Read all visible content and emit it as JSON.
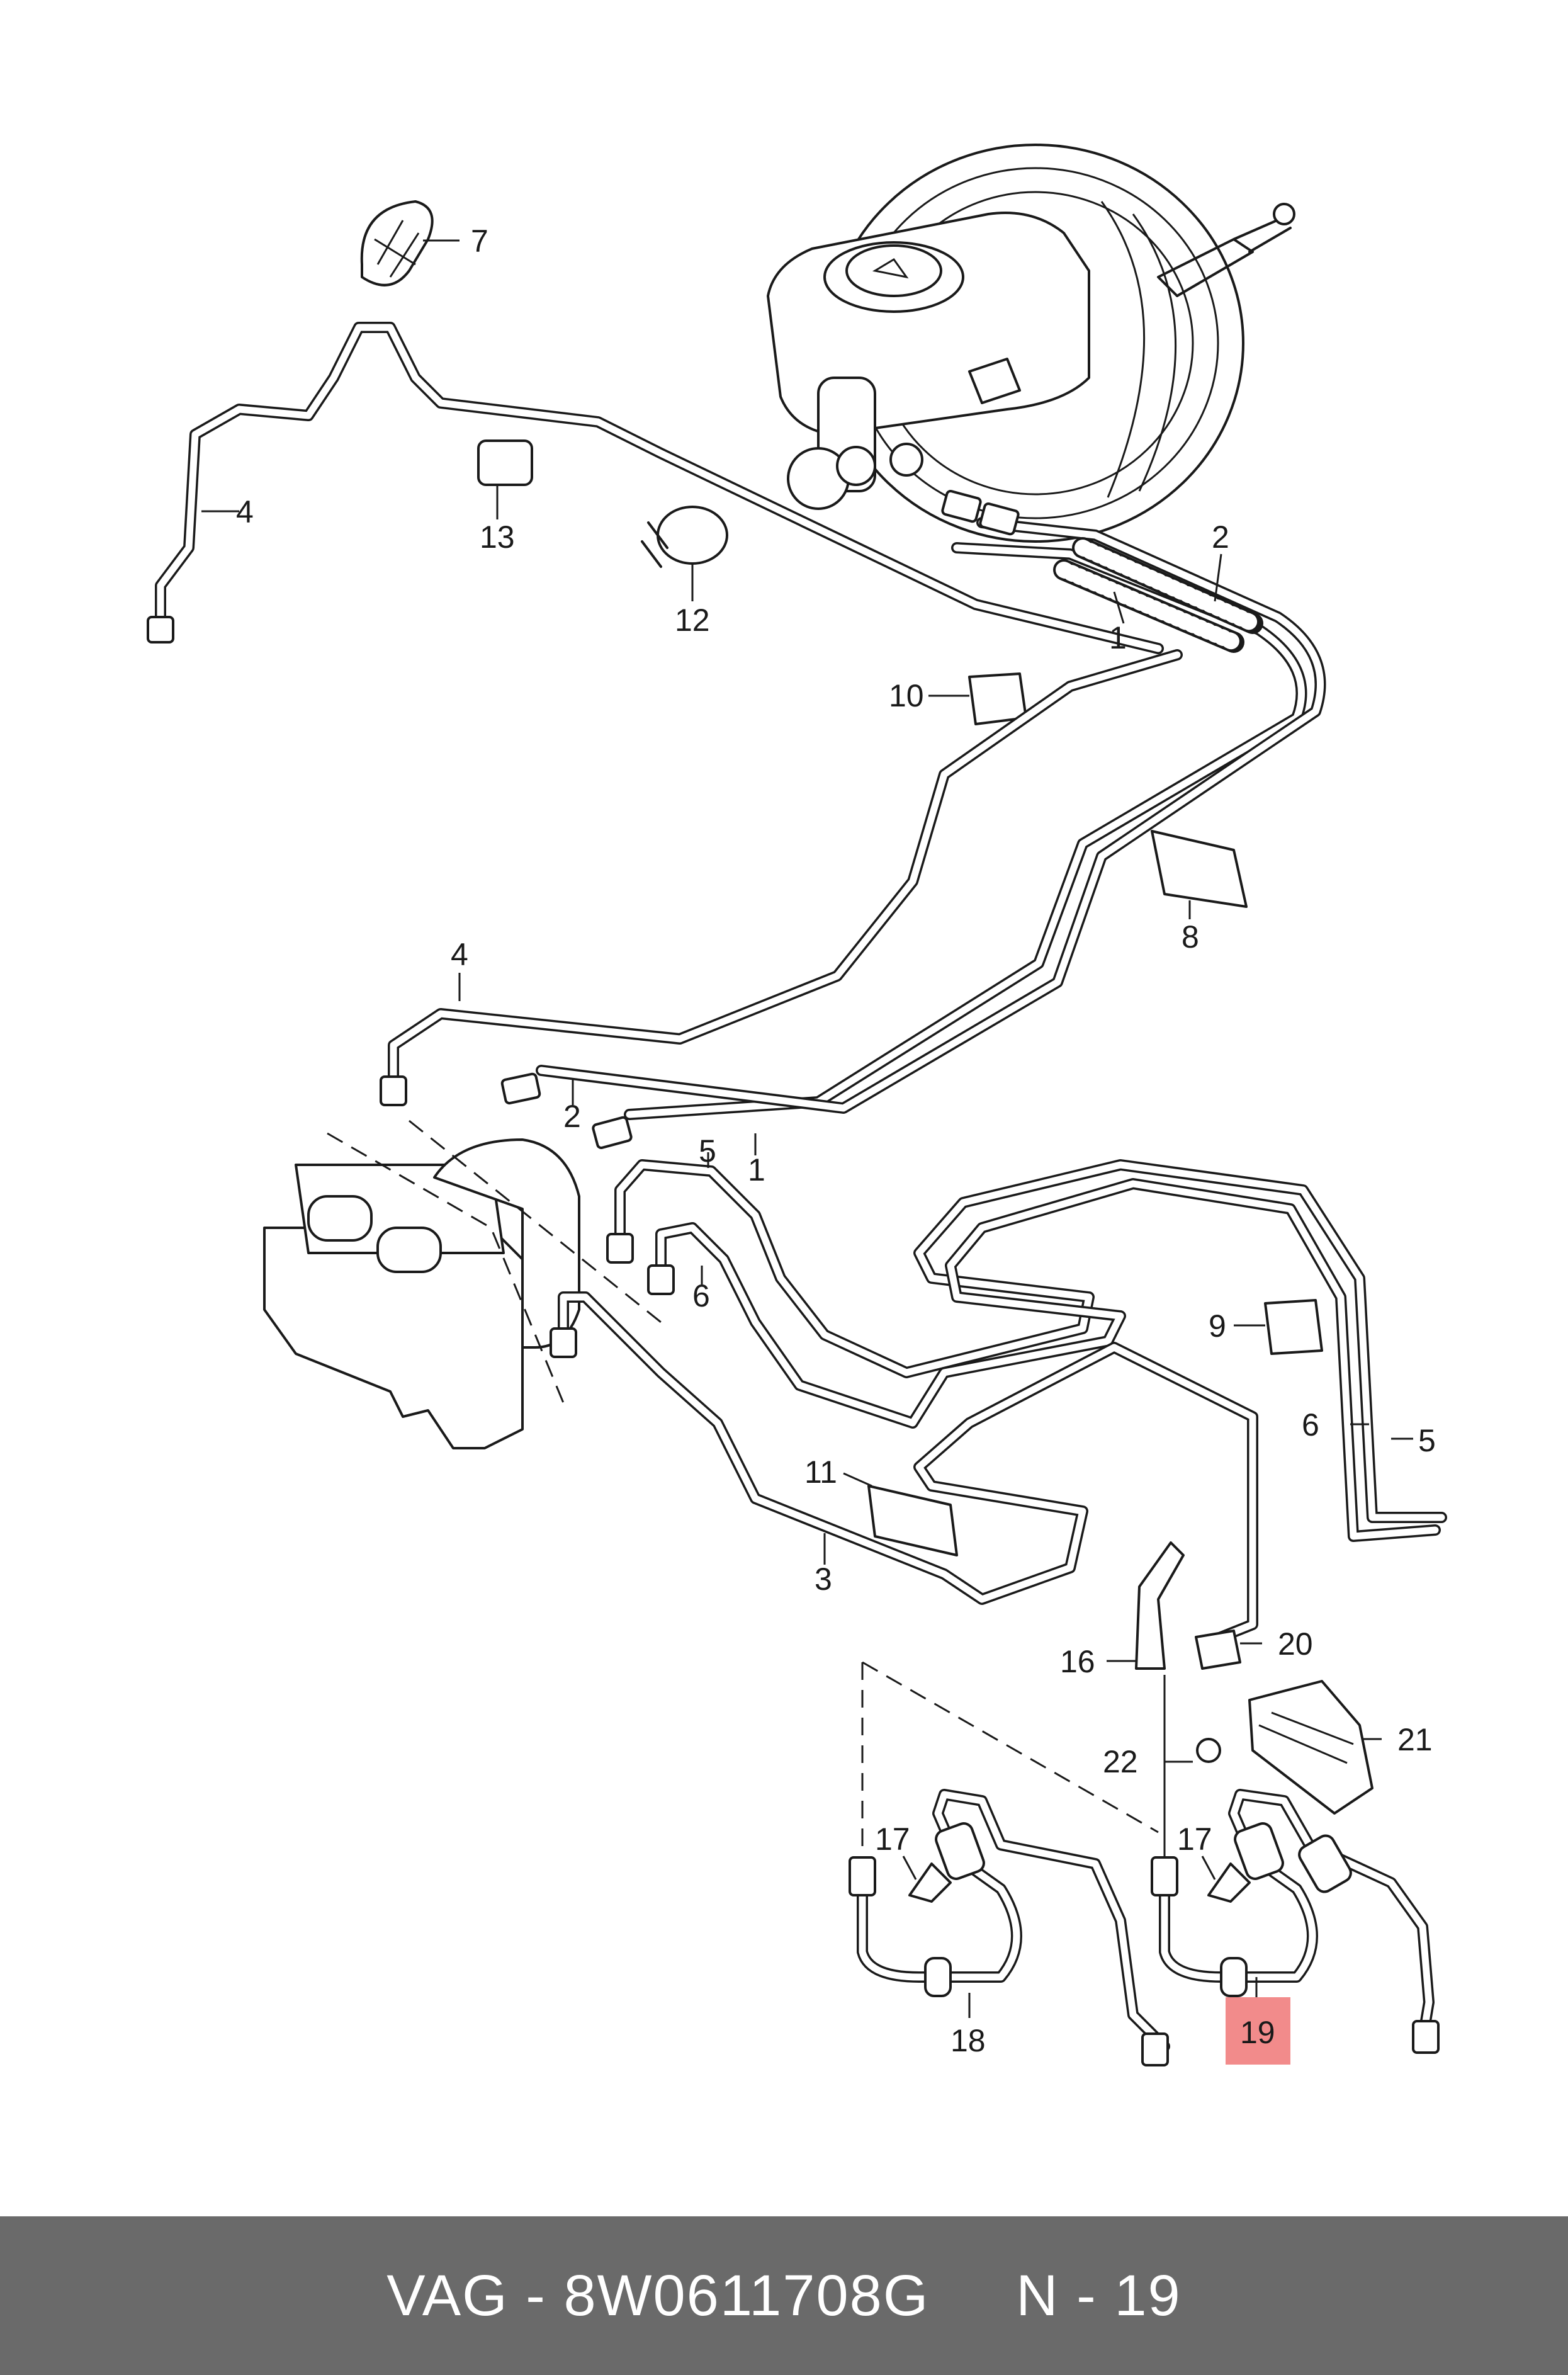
{
  "diagram": {
    "callouts": [
      {
        "id": "c7",
        "text": "7"
      },
      {
        "id": "c4a",
        "text": "4"
      },
      {
        "id": "c13",
        "text": "13"
      },
      {
        "id": "c12",
        "text": "12"
      },
      {
        "id": "c2a",
        "text": "2"
      },
      {
        "id": "c1a",
        "text": "1"
      },
      {
        "id": "c10",
        "text": "10"
      },
      {
        "id": "c8",
        "text": "8"
      },
      {
        "id": "c4b",
        "text": "4"
      },
      {
        "id": "c2b",
        "text": "2"
      },
      {
        "id": "c5a",
        "text": "5"
      },
      {
        "id": "c1b",
        "text": "1"
      },
      {
        "id": "c6a",
        "text": "6"
      },
      {
        "id": "c9",
        "text": "9"
      },
      {
        "id": "c6b",
        "text": "6"
      },
      {
        "id": "c5b",
        "text": "5"
      },
      {
        "id": "c11",
        "text": "11"
      },
      {
        "id": "c3",
        "text": "3"
      },
      {
        "id": "c20",
        "text": "20"
      },
      {
        "id": "c16",
        "text": "16"
      },
      {
        "id": "c21",
        "text": "21"
      },
      {
        "id": "c22",
        "text": "22"
      },
      {
        "id": "c17a",
        "text": "17"
      },
      {
        "id": "c17b",
        "text": "17"
      },
      {
        "id": "c18",
        "text": "18"
      },
      {
        "id": "c19",
        "text": "19"
      }
    ],
    "highlight": {
      "label": "19",
      "color": "#f28b8b"
    }
  },
  "footer": {
    "brand": "VAG",
    "part_number": "8W0611708G",
    "position": "N - 19",
    "text": "VAG - 8W0611708G     N - 19",
    "background": "#6a6a6a"
  }
}
